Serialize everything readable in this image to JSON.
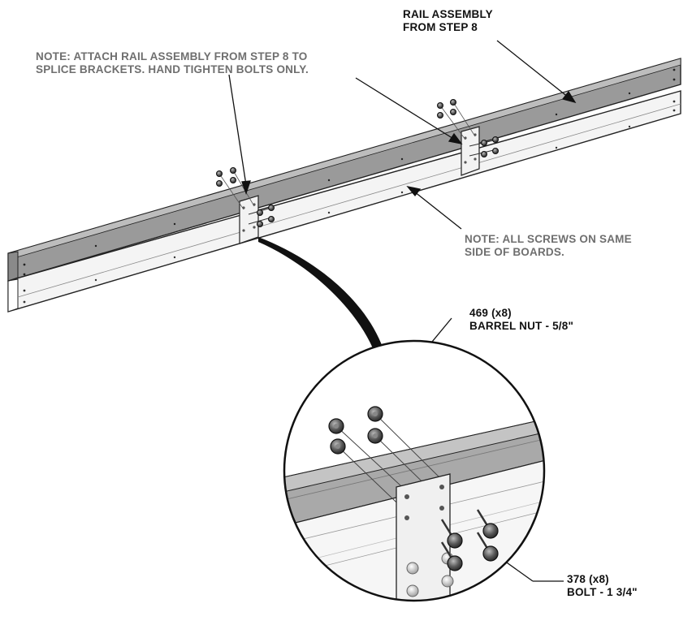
{
  "labels": {
    "rail_assembly": {
      "line1": "RAIL ASSEMBLY",
      "line2": "FROM STEP 8"
    },
    "note_attach": {
      "line1": "NOTE: ATTACH RAIL ASSEMBLY FROM STEP 8 TO",
      "line2": "SPLICE BRACKETS. HAND TIGHTEN BOLTS ONLY."
    },
    "note_screws": {
      "line1": "NOTE: ALL SCREWS ON SAME",
      "line2": "SIDE OF BOARDS."
    },
    "barrel_nut": {
      "line1": "469 (x8)",
      "line2": "BARREL NUT - 5/8\""
    },
    "bolt": {
      "line1": "378 (x8)",
      "line2": "BOLT - 1 3/4\""
    }
  },
  "colors": {
    "board_top": "#9a9a9a",
    "board_bottom": "#f4f4f4",
    "bracket": "#efefef",
    "note_text": "#6f6f6f",
    "part_text": "#111111"
  }
}
